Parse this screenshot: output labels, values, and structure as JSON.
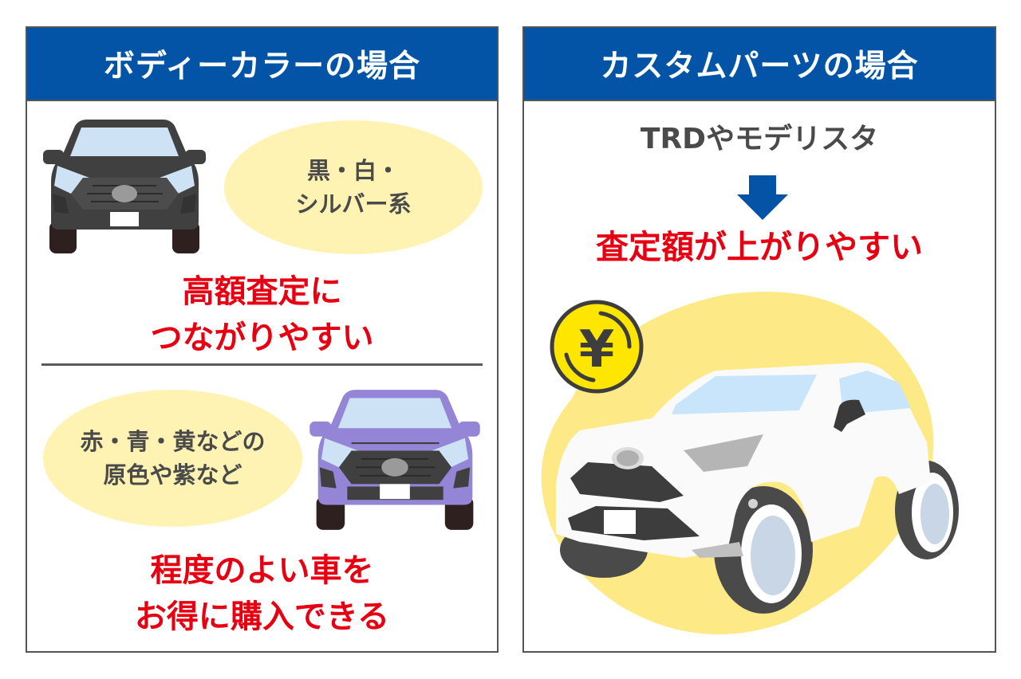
{
  "colors": {
    "header_blue": "#0353a6",
    "border_gray": "#555555",
    "accent_red": "#e60012",
    "ellipse_yellow": "#fff3b4",
    "blob_yellow": "#fde985",
    "coin_yellow": "#ffe600",
    "text_gray": "#4a4a4a",
    "car_black": "#404040",
    "car_purple": "#9585d6",
    "car_white": "#fafafa",
    "glass_blue": "#cde3f5"
  },
  "left_panel": {
    "title": "ボディーカラーの場合",
    "top_section": {
      "car_icon": "black-suv-front-icon",
      "bubble_line1": "黒・白・",
      "bubble_line2": "シルバー系",
      "result_line1": "高額査定に",
      "result_line2": "つながりやすい"
    },
    "bottom_section": {
      "car_icon": "purple-suv-front-icon",
      "bubble_line1": "赤・青・黄などの",
      "bubble_line2": "原色や紫など",
      "result_line1": "程度のよい車を",
      "result_line2": "お得に購入できる"
    }
  },
  "right_panel": {
    "title": "カスタムパーツの場合",
    "subtitle": "TRDやモデリスタ",
    "arrow_icon": "down-arrow-icon",
    "result": "査定額が上がりやすい",
    "coin_icon": "yen-coin-icon",
    "coin_symbol": "¥",
    "car_icon": "white-suv-angled-icon"
  }
}
